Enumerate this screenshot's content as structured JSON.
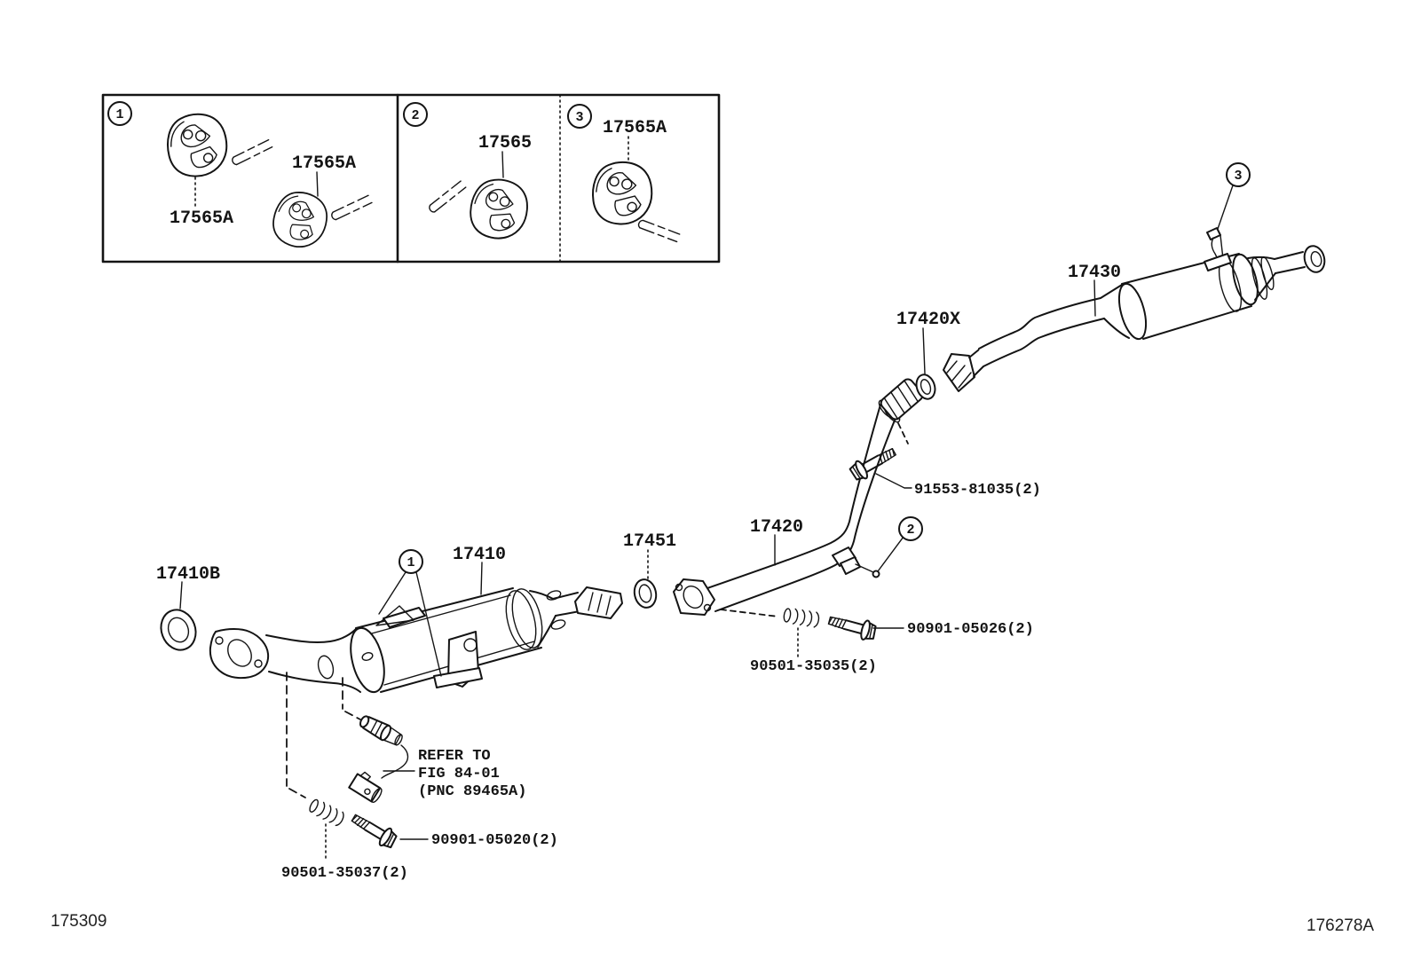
{
  "title": "Exhaust pipe parts diagram",
  "colors": {
    "ink": "#141414",
    "paper": "#ffffff"
  },
  "legend": {
    "cell1": {
      "badge": "1",
      "label_left": "17565A",
      "label_right": "17565A"
    },
    "cell2": {
      "badge": "2",
      "label": "17565"
    },
    "cell3": {
      "badge": "3",
      "label": "17565A"
    }
  },
  "badges": {
    "converter": "1",
    "center_pipe": "2",
    "muffler": "3"
  },
  "parts": {
    "front_pipe_gasket": "17410B",
    "catalytic_converter": "17410",
    "center_gasket": "17451",
    "center_pipe": "17420",
    "tail_gasket": "17420X",
    "muffler": "17430",
    "flange_bolt": "91553-81035(2)",
    "center_bolt": "90901-05026(2)",
    "center_spring": "90501-35035(2)",
    "front_bolt": "90901-05020(2)",
    "front_spring": "90501-35037(2)"
  },
  "note": {
    "line1": "REFER TO",
    "line2": "FIG 84-01",
    "line3": "(PNC 89465A)"
  },
  "footer": {
    "left_code": "175309",
    "right_code": "176278A"
  }
}
